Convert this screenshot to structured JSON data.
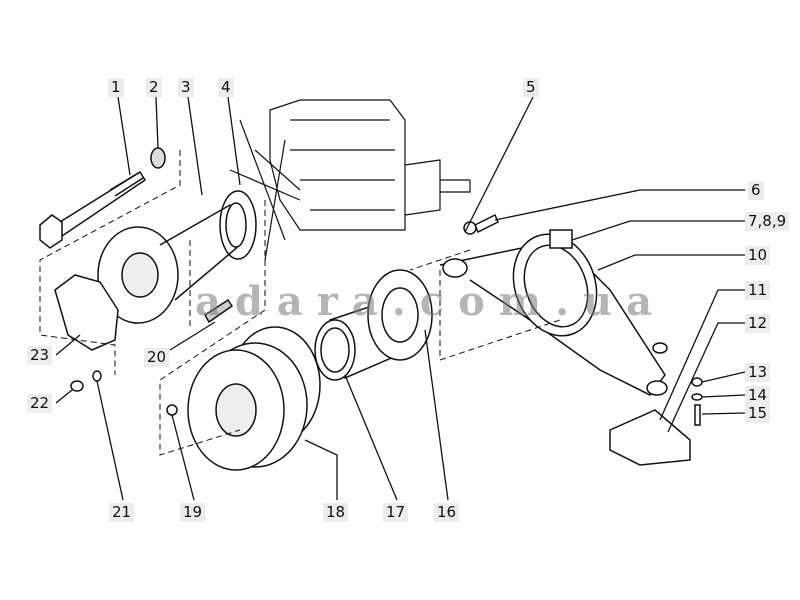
{
  "diagram": {
    "watermark": "adara.com.ua",
    "labels": [
      {
        "id": "1",
        "text": "1"
      },
      {
        "id": "2",
        "text": "2"
      },
      {
        "id": "3",
        "text": "3"
      },
      {
        "id": "4",
        "text": "4"
      },
      {
        "id": "5",
        "text": "5"
      },
      {
        "id": "6",
        "text": "6"
      },
      {
        "id": "7-8-9",
        "text": "7,8,9"
      },
      {
        "id": "10",
        "text": "10"
      },
      {
        "id": "11",
        "text": "11"
      },
      {
        "id": "12",
        "text": "12"
      },
      {
        "id": "13",
        "text": "13"
      },
      {
        "id": "14",
        "text": "14"
      },
      {
        "id": "15",
        "text": "15"
      },
      {
        "id": "16",
        "text": "16"
      },
      {
        "id": "17",
        "text": "17"
      },
      {
        "id": "18",
        "text": "18"
      },
      {
        "id": "19",
        "text": "19"
      },
      {
        "id": "20",
        "text": "20"
      },
      {
        "id": "21",
        "text": "21"
      },
      {
        "id": "22",
        "text": "22"
      },
      {
        "id": "23",
        "text": "23"
      }
    ]
  }
}
